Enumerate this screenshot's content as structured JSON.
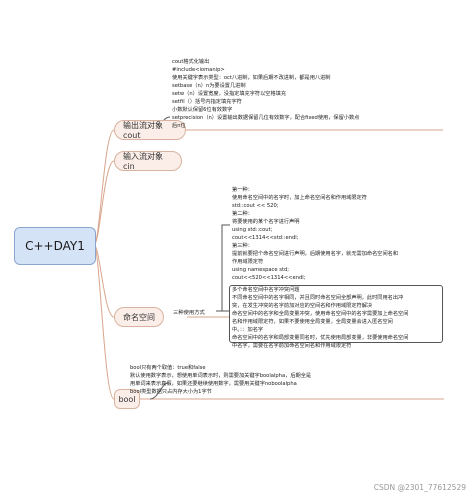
{
  "root": {
    "label": "C++DAY1"
  },
  "branches": {
    "cout": {
      "label": "输出流对象cout"
    },
    "cin": {
      "label": "输入流对象cin"
    },
    "namespace": {
      "label": "命名空间",
      "sub_label": "三种使用方式"
    },
    "bool": {
      "label": "bool"
    }
  },
  "cout_notes": [
    "cout格式化输出",
    "#include<iomanip>",
    "使用关键字表示类型：oct八进制，如果后期不改进制，都是用八进制",
    "setbase（n）n为要设置几进制",
    "setw（n）设置宽度，没指定填充字符以空格填充",
    "setfil（）括号内指定填充字符",
    "小数默认保留6位有效数字",
    "setprecision（n）设置输出数据保留几位有效数字，配合fixed使用，保留小数点",
    "后n位"
  ],
  "namespace_methods": [
    "第一种：",
    "使用命名空间中的名字时，加上命名空间名和作用域限定符",
    "std::cout << 520;",
    "第二种：",
    "将要使用的某个名字进行声明",
    "using std::cout;",
    "cout<<1314<<std::endl;",
    "第三种：",
    "提前就要把个命名空间进行声明，后期使用名字，就无需加命名空间名和",
    "作用域限定符",
    "using namespace std;",
    "cout<<520<<1314<<endl;"
  ],
  "namespace_conflicts": [
    "多个命名空间中名字冲突问题",
    "不同命名空间中的名字相同，并且同时命名空间全部声明，此时同用名出冲",
    "突，在发生冲突的名字前加对应的空间名和作用域限定符解决",
    "命名空间中的名字和全局变量冲突，使用命名空间中的名字需要加上命名空间",
    "名和作用域限定符，如果不要使用全局变量，全局变量会进入匿名空间",
    "中。：：加名字",
    "命名空间中的名字和局部变量同名时，优先使用局部变量，非要使用命名空间",
    "中名字，需要在名字前加命名空间名和作用域限定符"
  ],
  "bool_notes": [
    "bool只有两个取值：true和false",
    "默认使用数字表示，想使用单词表示时，则需要加关键字boolalpha，后期全是",
    "用单词来表示真假，如果还要继续使用数字，需要用关键字noboolalpha",
    "bool类型数据只占内存大小为1字节"
  ],
  "watermark": "CSDN @2301_77612529"
}
